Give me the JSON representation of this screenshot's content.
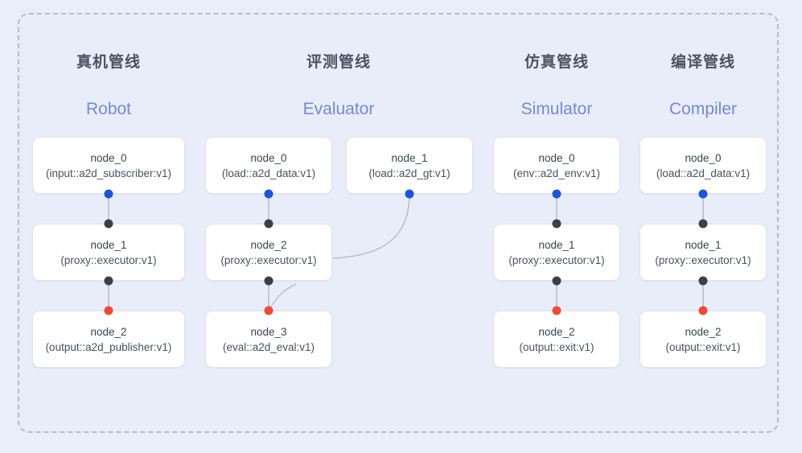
{
  "diagram": {
    "background_color": "#eaeefb",
    "frame_color": "#b6bcc9",
    "accent_color": "#7389d4",
    "port_colors": {
      "input": "#1a56d6",
      "middle": "#3c3f46",
      "output": "#ef4a32"
    }
  },
  "columns": [
    {
      "title_cn": "真机管线",
      "title_en": "Robot",
      "nodes": [
        {
          "name": "node_0",
          "spec": "(input::a2d_subscriber:v1)"
        },
        {
          "name": "node_1",
          "spec": "(proxy::executor:v1)"
        },
        {
          "name": "node_2",
          "spec": "(output::a2d_publisher:v1)"
        }
      ]
    },
    {
      "title_cn": "评测管线",
      "title_en": "Evaluator",
      "nodes": [
        {
          "name": "node_0",
          "spec": "(load::a2d_data:v1)"
        },
        {
          "name": "node_1",
          "spec": "(load::a2d_gt:v1)"
        },
        {
          "name": "node_2",
          "spec": "(proxy::executor:v1)"
        },
        {
          "name": "node_3",
          "spec": "(eval::a2d_eval:v1)"
        }
      ]
    },
    {
      "title_cn": "仿真管线",
      "title_en": "Simulator",
      "nodes": [
        {
          "name": "node_0",
          "spec": "(env::a2d_env:v1)"
        },
        {
          "name": "node_1",
          "spec": "(proxy::executor:v1)"
        },
        {
          "name": "node_2",
          "spec": "(output::exit:v1)"
        }
      ]
    },
    {
      "title_cn": "编译管线",
      "title_en": "Compiler",
      "nodes": [
        {
          "name": "node_0",
          "spec": "(load::a2d_data:v1)"
        },
        {
          "name": "node_1",
          "spec": "(proxy::executor:v1)"
        },
        {
          "name": "node_2",
          "spec": "(output::exit:v1)"
        }
      ]
    }
  ]
}
